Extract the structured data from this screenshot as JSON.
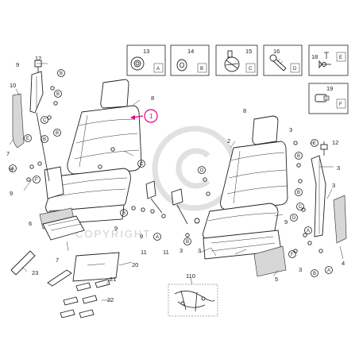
{
  "watermark": {
    "text": "COPYRIGHT"
  },
  "kit_boxes": [
    {
      "number": "13",
      "letter": "A",
      "icon": "grommet-icon"
    },
    {
      "number": "14",
      "letter": "B",
      "icon": "washer-icon"
    },
    {
      "number": "15",
      "letter": "C",
      "icon": "knob-icon"
    },
    {
      "number": "16",
      "letter": "D",
      "icon": "bolt-icon"
    },
    {
      "number": "18",
      "letter": "E",
      "icon": "fastener-set-icon"
    },
    {
      "number": "19",
      "letter": "F",
      "icon": "clip-icon"
    }
  ],
  "callout": {
    "number": "1",
    "color": "#e0007a"
  },
  "numbers": [
    "12",
    "9",
    "10",
    "7",
    "8",
    "2",
    "3",
    "4",
    "5",
    "6",
    "11",
    "20",
    "21",
    "22",
    "23",
    "110"
  ],
  "letters": [
    "A",
    "B",
    "C",
    "D",
    "E",
    "F"
  ]
}
